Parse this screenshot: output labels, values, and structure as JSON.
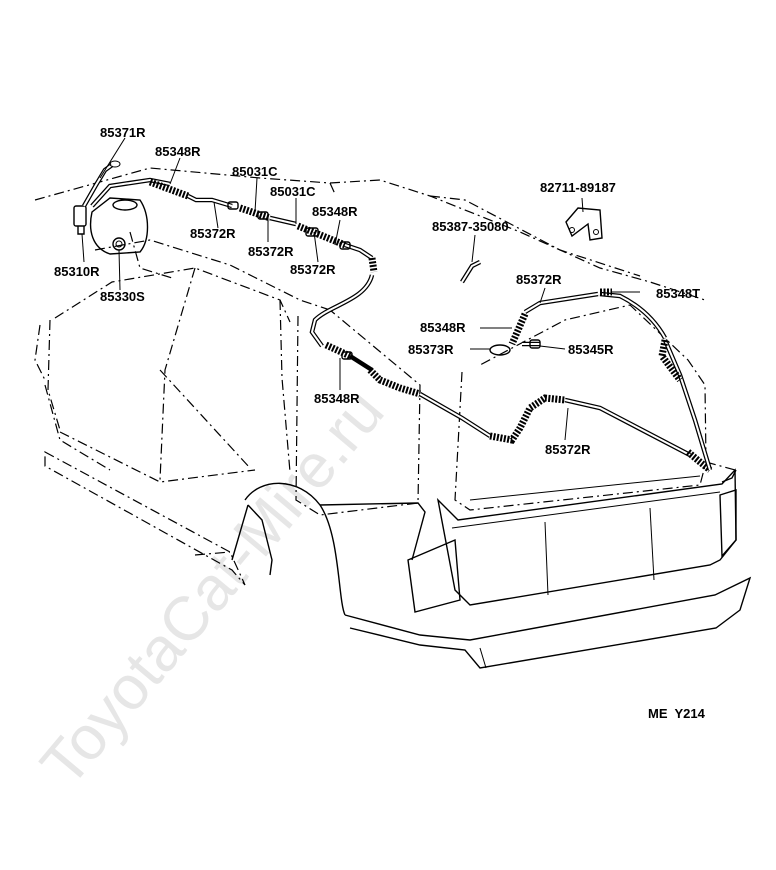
{
  "watermark": "ToyotaCat-Mire.ru",
  "diagram_code": "ME  Y214",
  "parts": {
    "p85371R": "85371R",
    "p85348R_a": "85348R",
    "p85031C_a": "85031C",
    "p85031C_b": "85031C",
    "p85348R_b": "85348R",
    "p85372R_a": "85372R",
    "p85372R_b": "85372R",
    "p85372R_c": "85372R",
    "p85310R": "85310R",
    "p85330S": "85330S",
    "p85348R_c": "85348R",
    "p82711": "82711-89187",
    "p85387": "85387-35080",
    "p85372R_d": "85372R",
    "p85348T": "85348T",
    "p85348R_d": "85348R",
    "p85373R": "85373R",
    "p85345R": "85345R",
    "p85372R_e": "85372R"
  }
}
